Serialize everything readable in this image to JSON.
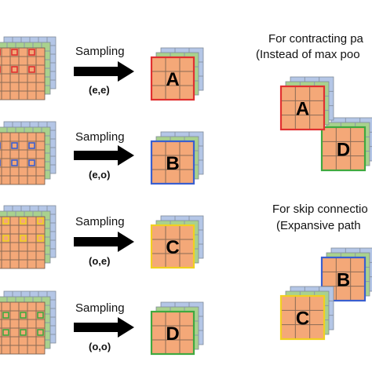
{
  "colors": {
    "cell_fill": "#F4A878",
    "cell_line": "#8a6a55",
    "blue_layer": "#B4C6E6",
    "green_layer": "#A9D18E",
    "arrow": "#000000",
    "red": "#E03030",
    "blue": "#3A5FCF",
    "yellow": "#F0D020",
    "green": "#3FA93F"
  },
  "rows": [
    {
      "sampling": "Sampling",
      "code": "(e,e)",
      "letter": "A",
      "color": "red",
      "mask": [
        [
          0,
          0
        ],
        [
          0,
          2
        ],
        [
          2,
          0
        ],
        [
          2,
          2
        ],
        [
          4,
          0
        ],
        [
          4,
          2
        ]
      ]
    },
    {
      "sampling": "Sampling",
      "code": "(e,o)",
      "letter": "B",
      "color": "blue",
      "mask": [
        [
          0,
          1
        ],
        [
          0,
          3
        ],
        [
          2,
          1
        ],
        [
          2,
          3
        ],
        [
          4,
          1
        ],
        [
          4,
          3
        ]
      ]
    },
    {
      "sampling": "Sampling",
      "code": "(o,e)",
      "letter": "C",
      "color": "yellow",
      "mask": [
        [
          1,
          0
        ],
        [
          1,
          2
        ],
        [
          3,
          0
        ],
        [
          3,
          2
        ],
        [
          5,
          0
        ],
        [
          5,
          2
        ]
      ]
    },
    {
      "sampling": "Sampling",
      "code": "(o,o)",
      "letter": "D",
      "color": "green",
      "mask": [
        [
          1,
          1
        ],
        [
          1,
          3
        ],
        [
          3,
          1
        ],
        [
          3,
          3
        ],
        [
          5,
          1
        ],
        [
          5,
          3
        ]
      ]
    }
  ],
  "right": {
    "top_title": "For contracting pa",
    "top_sub": "(Instead of max poo",
    "top_pair": [
      "A",
      "D"
    ],
    "bottom_title": "For skip connectio",
    "bottom_sub": "(Expansive path",
    "bottom_pair": [
      "B",
      "C"
    ]
  }
}
